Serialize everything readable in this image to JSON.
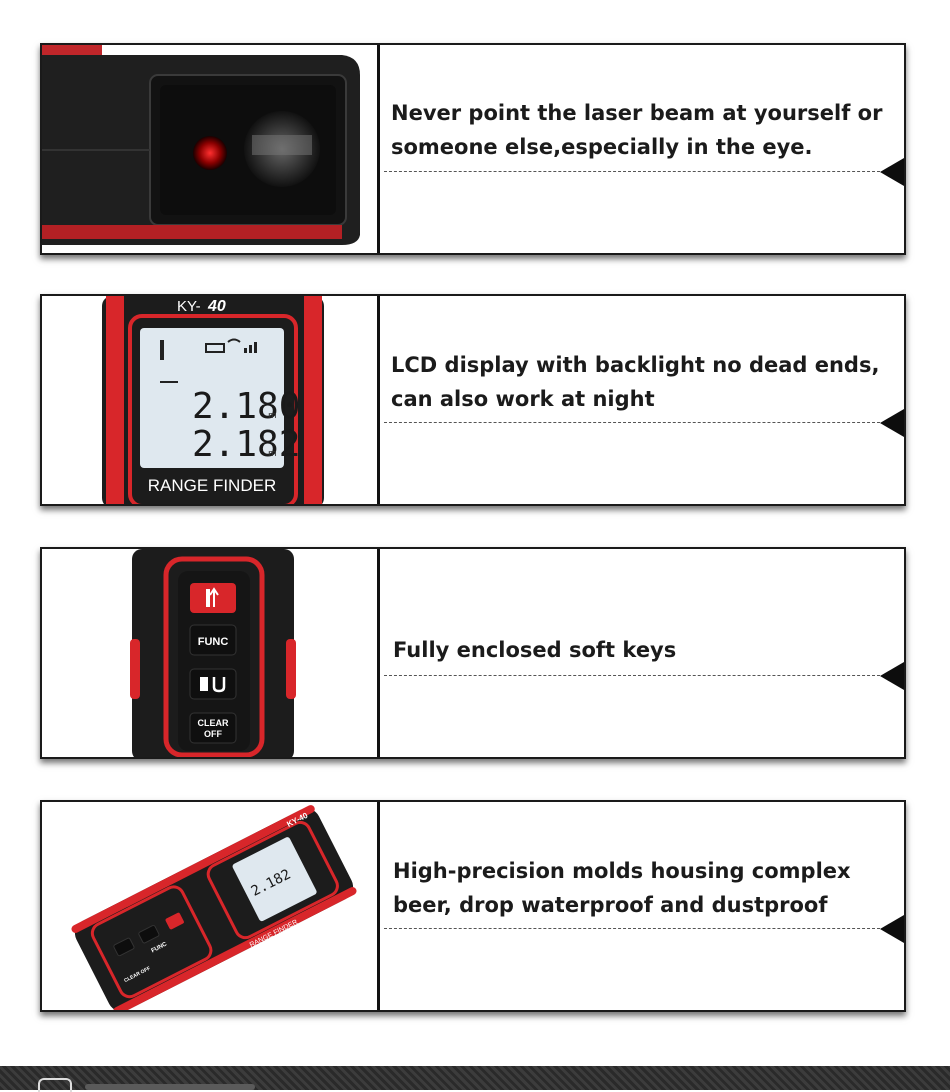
{
  "features": [
    {
      "caption": "Never point the laser beam at yourself or someone else,especially in the eye.",
      "image_icon": "laser-lens-icon"
    },
    {
      "caption": "LCD display with backlight no dead ends, can also work at night",
      "image_icon": "lcd-display-icon",
      "device": {
        "model": "KY-",
        "model_number": "40",
        "reading_1": "2.180",
        "reading_2": "2.182",
        "unit": "m",
        "label": "RANGE FINDER"
      }
    },
    {
      "caption": "Fully enclosed soft keys",
      "image_icon": "keypad-icon",
      "keys": {
        "func": "FUNC",
        "clear": "CLEAR",
        "off": "OFF"
      }
    },
    {
      "caption": "High-precision molds housing complex beer, drop waterproof and dustproof",
      "image_icon": "rangefinder-device-icon",
      "device": {
        "model": "KY-40",
        "label": "RANGE FINDER",
        "key_func": "FUNC",
        "key_clear": "CLEAR OFF",
        "reading": "2.182"
      }
    }
  ],
  "colors": {
    "device_red": "#d8262a",
    "device_body": "#1c1c1c",
    "lcd_bg": "#dfe8ef",
    "caption_text": "#1b1b1b"
  }
}
